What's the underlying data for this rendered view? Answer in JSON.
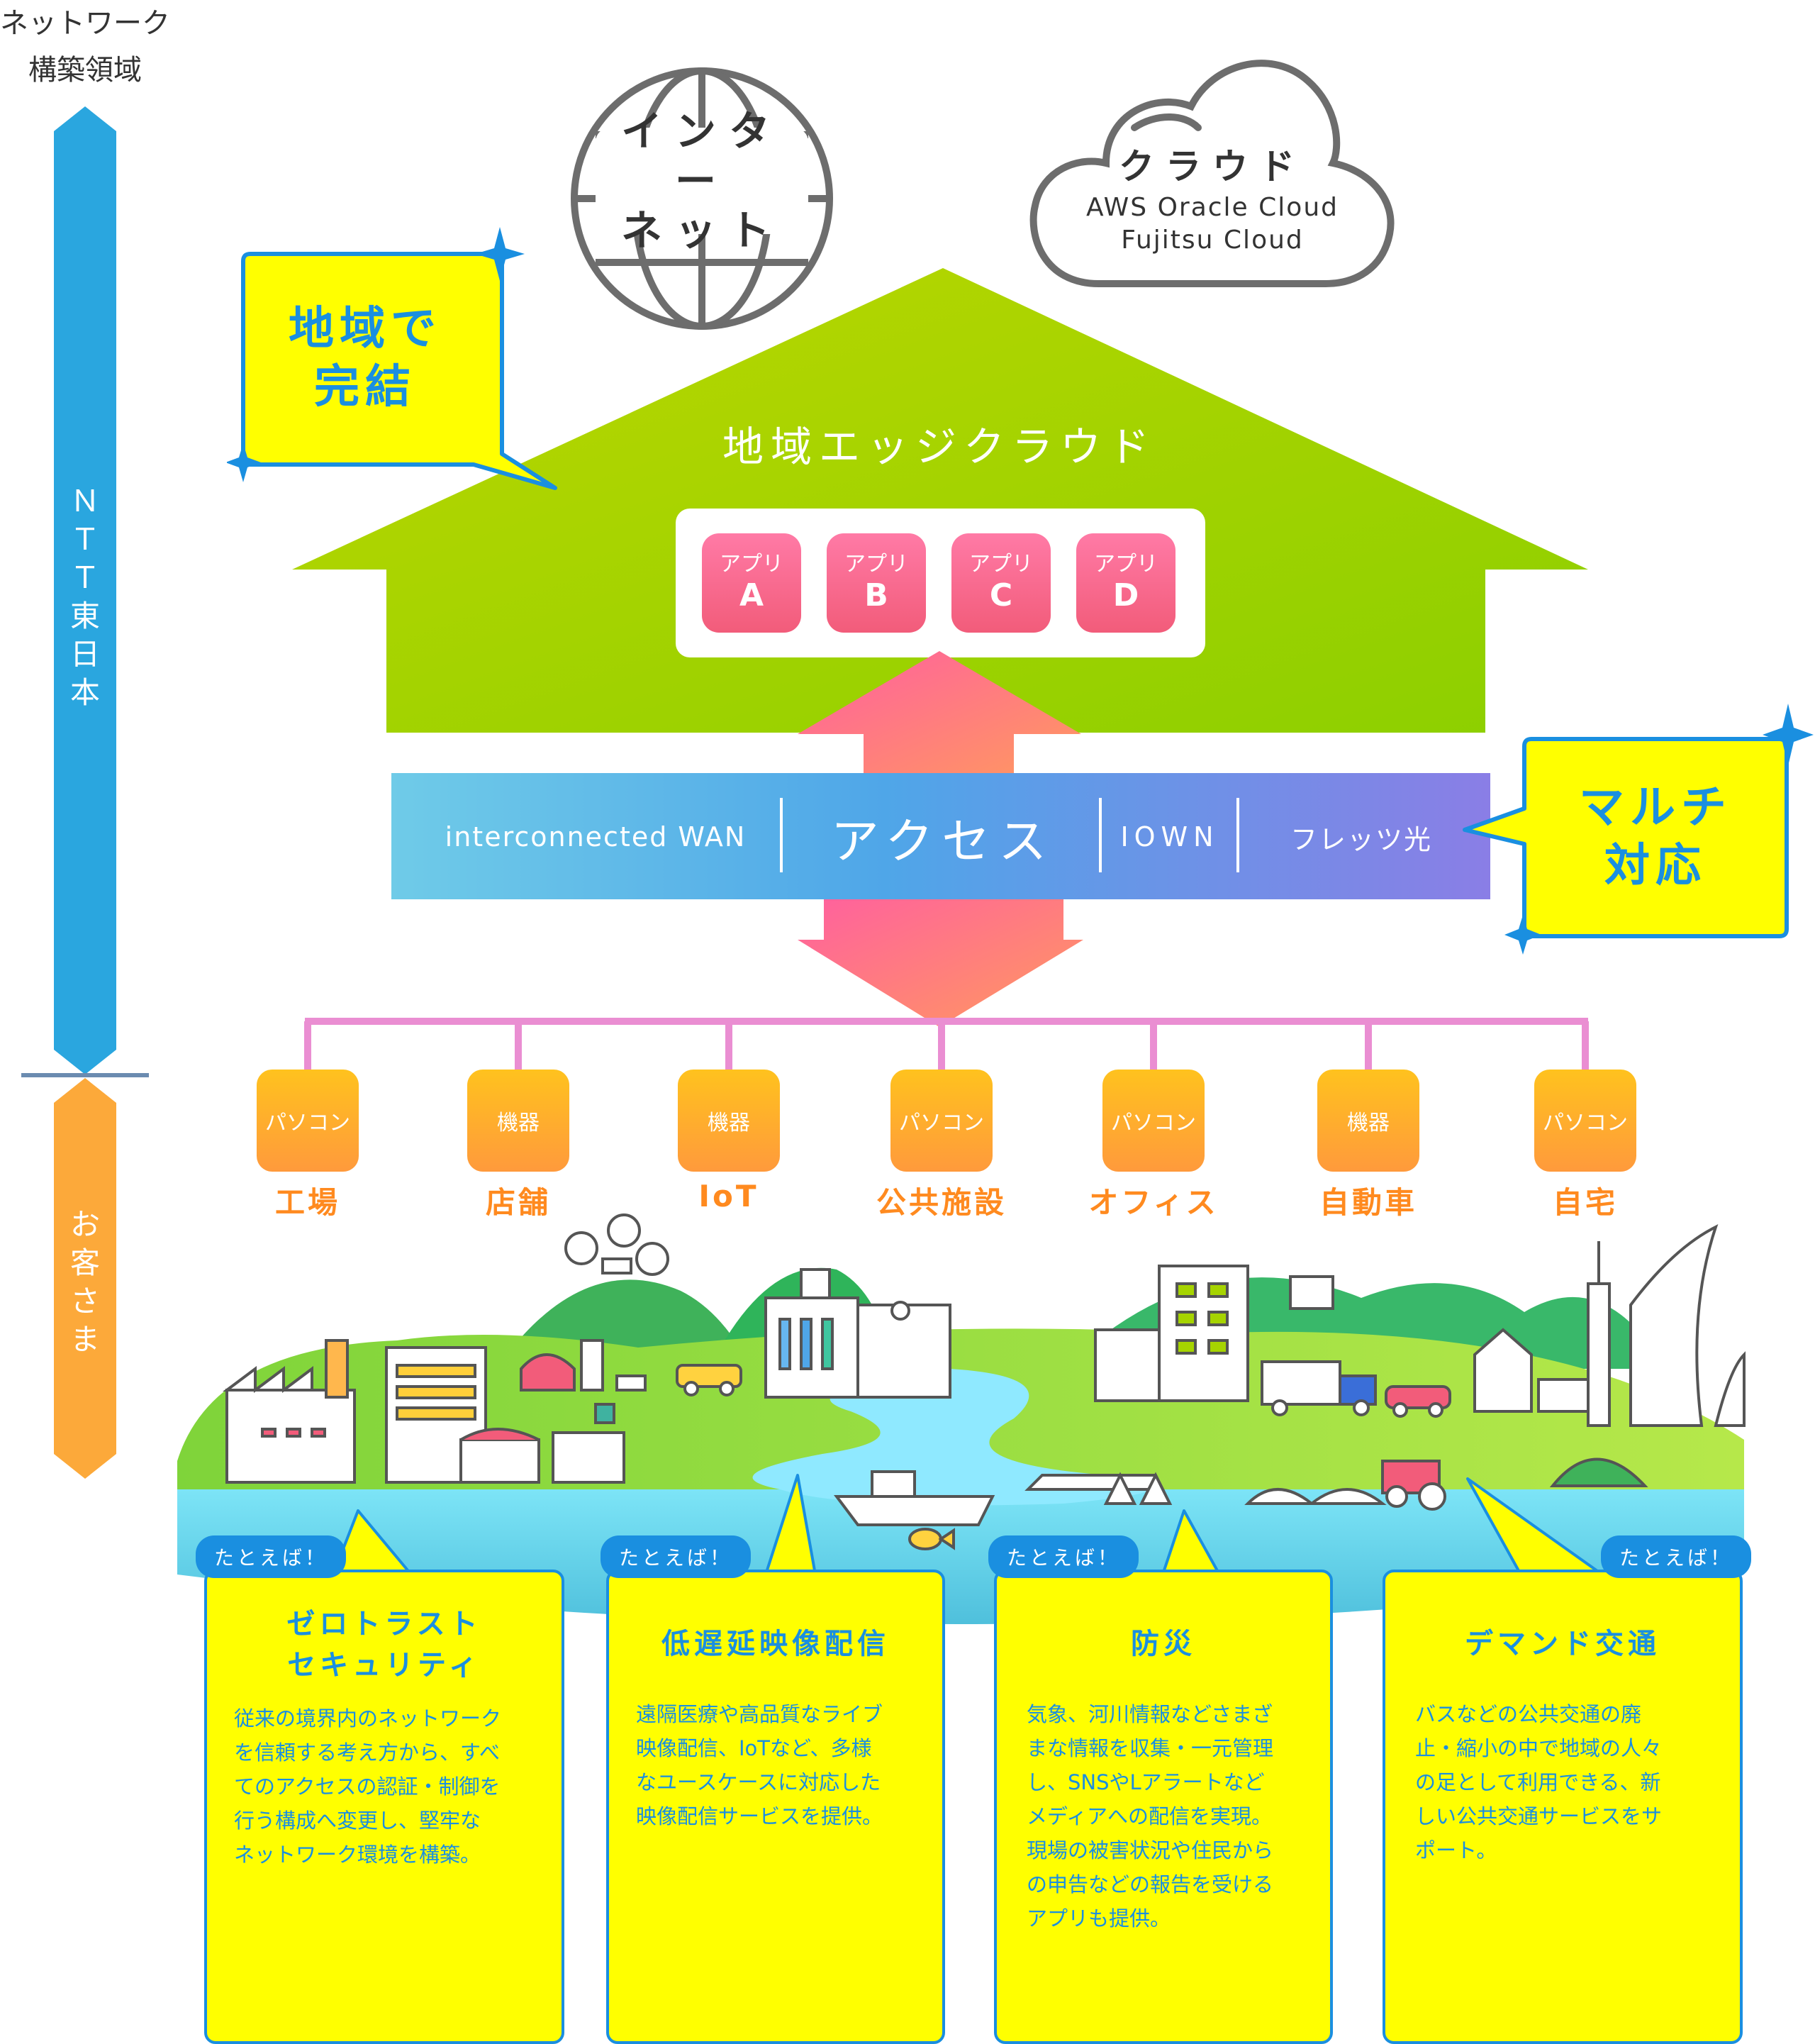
{
  "side": {
    "title_line1": "ネットワーク",
    "title_line2": "構築領域",
    "provider": "ＮＴＴ東日本",
    "customer": "お客さま"
  },
  "top": {
    "internet": [
      "インター",
      "ネット"
    ],
    "cloud_title": "クラウド",
    "cloud_services": [
      "AWS Oracle Cloud",
      "Fujitsu Cloud"
    ]
  },
  "callouts": {
    "local": [
      "地域で",
      "完結"
    ],
    "multi": [
      "マルチ",
      "対応"
    ]
  },
  "edge": {
    "title": "地域エッジクラウド",
    "apps": [
      {
        "label": "アプリ",
        "letter": "A"
      },
      {
        "label": "アプリ",
        "letter": "B"
      },
      {
        "label": "アプリ",
        "letter": "C"
      },
      {
        "label": "アプリ",
        "letter": "D"
      }
    ]
  },
  "access": {
    "title": "アクセス",
    "items": [
      "interconnected WAN",
      "IOWN",
      "フレッツ光"
    ]
  },
  "devices": [
    {
      "type": "パソコン",
      "label": "工場"
    },
    {
      "type": "機器",
      "label": "店舗"
    },
    {
      "type": "機器",
      "label": "IoT"
    },
    {
      "type": "パソコン",
      "label": "公共施設"
    },
    {
      "type": "パソコン",
      "label": "オフィス"
    },
    {
      "type": "機器",
      "label": "自動車"
    },
    {
      "type": "パソコン",
      "label": "自宅"
    }
  ],
  "examples": [
    {
      "tag": "たとえば！",
      "title": [
        "ゼロトラスト",
        "セキュリティ"
      ],
      "body": [
        "従来の境界内のネットワーク",
        "を信頼する考え方から、すべ",
        "てのアクセスの認証・制御を",
        "行う構成へ変更し、堅牢な",
        "ネットワーク環境を構築。"
      ]
    },
    {
      "tag": "たとえば！",
      "title": [
        "低遅延映像配信"
      ],
      "body": [
        "遠隔医療や高品質なライブ",
        "映像配信、IoTなど、多様",
        "なユースケースに対応した",
        "映像配信サービスを提供。"
      ]
    },
    {
      "tag": "たとえば！",
      "title": [
        "防災"
      ],
      "body": [
        "気象、河川情報などさまざ",
        "まな情報を収集・一元管理",
        "し、SNSやLアラートなど",
        "メディアへの配信を実現。",
        "現場の被害状況や住民から",
        "の申告などの報告を受ける",
        "アプリも提供。"
      ]
    },
    {
      "tag": "たとえば！",
      "title": [
        "デマンド交通"
      ],
      "body": [
        "バスなどの公共交通の廃",
        "止・縮小の中で地域の人々",
        "の足として利用できる、新",
        "しい公共交通サービスをサ",
        "ポート。"
      ]
    }
  ],
  "colors": {
    "blue": "#1a8fe0",
    "green": "#a6d400",
    "yellow": "#ffff00",
    "orange": "#ff9a3c",
    "pink": "#f25c7a"
  }
}
